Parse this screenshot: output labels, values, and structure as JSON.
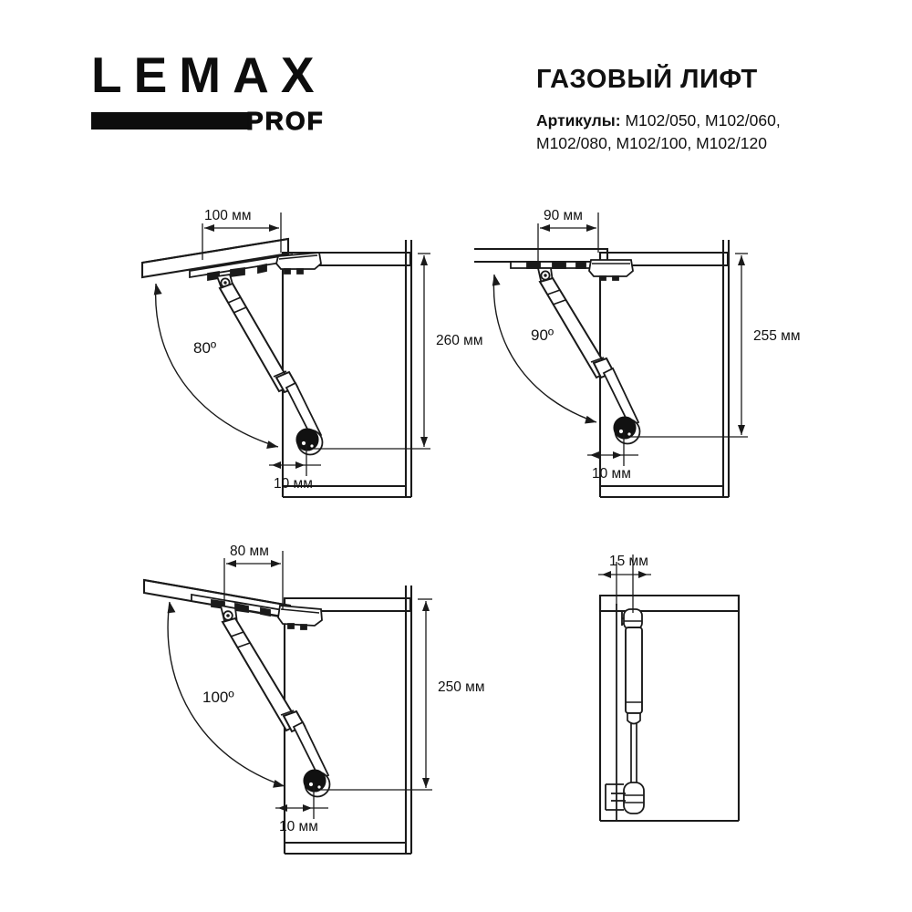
{
  "brand": {
    "name": "LEMAX",
    "sub": "PROF",
    "logo_bar_color": "#0d0d0d"
  },
  "header": {
    "title": "ГАЗОВЫЙ ЛИФТ",
    "articul_label": "Артикулы:",
    "articul_line1": "M102/050, M102/060,",
    "articul_line2": "M102/080, M102/100, M102/120"
  },
  "colors": {
    "ink": "#111111",
    "line": "#1a1a1a",
    "paper": "#ffffff"
  },
  "figures": [
    {
      "id": "fig-80",
      "name": "gas-lift-80-degrees",
      "angle_label": "80º",
      "top_dim": "100 мм",
      "height_dim": "260 мм",
      "offset_dim": "10 мм",
      "door_angle_deg": 80
    },
    {
      "id": "fig-90",
      "name": "gas-lift-90-degrees",
      "angle_label": "90º",
      "top_dim": "90 мм",
      "height_dim": "255 мм",
      "offset_dim": "10 мм",
      "door_angle_deg": 90
    },
    {
      "id": "fig-100",
      "name": "gas-lift-100-degrees",
      "angle_label": "100º",
      "top_dim": "80 мм",
      "height_dim": "250 мм",
      "offset_dim": "10 мм",
      "door_angle_deg": 100
    },
    {
      "id": "fig-front",
      "name": "gas-lift-front-view",
      "top_dim": "15 мм"
    }
  ]
}
